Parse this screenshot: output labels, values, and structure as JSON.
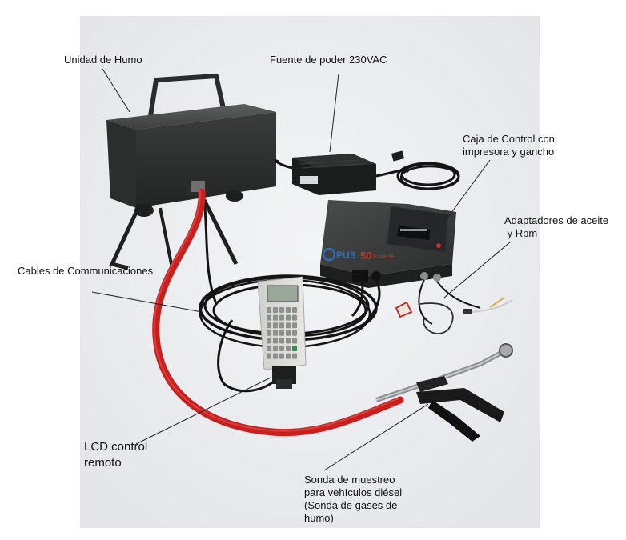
{
  "labels": {
    "smoke_unit": "Unidad de Humo",
    "power_supply": "Fuente de poder  230VAC",
    "control_box": [
      "Caja de Control con",
      "impresora y gancho"
    ],
    "adapters": [
      "Adaptadores de aceite",
      " y Rpm"
    ],
    "comm_cables": "Cables de Communicaciones",
    "lcd_remote": [
      "LCD control",
      "remoto"
    ],
    "probe": [
      "Sonda de muestreo",
      "para vehículos diésel",
      "(Sonda de gases de",
      "humo)"
    ]
  },
  "device": {
    "brand": "PUS",
    "model_number": "50",
    "subtitle": "Portable"
  },
  "colors": {
    "hose": "#c8201f",
    "box_dark": "#3a3d3c",
    "cable": "#141414",
    "background": "#ffffff",
    "photo_bg": "#f0f1f3"
  }
}
